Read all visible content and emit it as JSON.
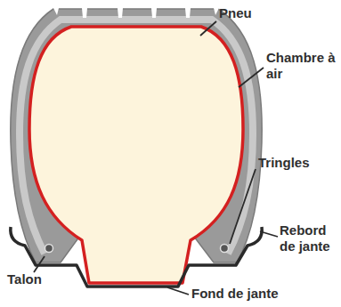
{
  "diagram": {
    "labels": [
      "Pneu",
      "Chambre à air",
      "Tringles",
      "Rebord de jante",
      "Talon",
      "Fond de jante"
    ]
  }
}
